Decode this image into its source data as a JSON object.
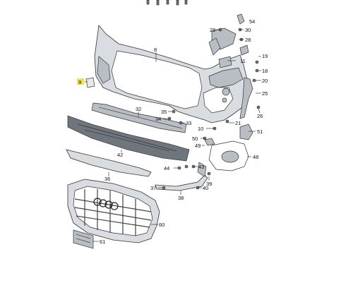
{
  "diagram": {
    "callouts": {
      "p8": "8",
      "p9": "9",
      "p10": "10",
      "p11": "11",
      "p18": "18",
      "p19": "19",
      "p20": "20",
      "p21": "21",
      "p25": "25",
      "p26": "26",
      "p28": "28",
      "p29": "29",
      "p30": "30",
      "p32": "32",
      "p33": "33",
      "p34": "34",
      "p35": "35",
      "p36": "36",
      "p37": "37",
      "p38": "38",
      "p39": "39",
      "p40": "40",
      "p42": "42",
      "p43": "43",
      "p44": "44",
      "p48": "48",
      "p49": "49",
      "p50": "50",
      "p51": "51",
      "p54": "54",
      "p60": "60",
      "p61": "61"
    },
    "highlight_color": "#f5e23a"
  }
}
